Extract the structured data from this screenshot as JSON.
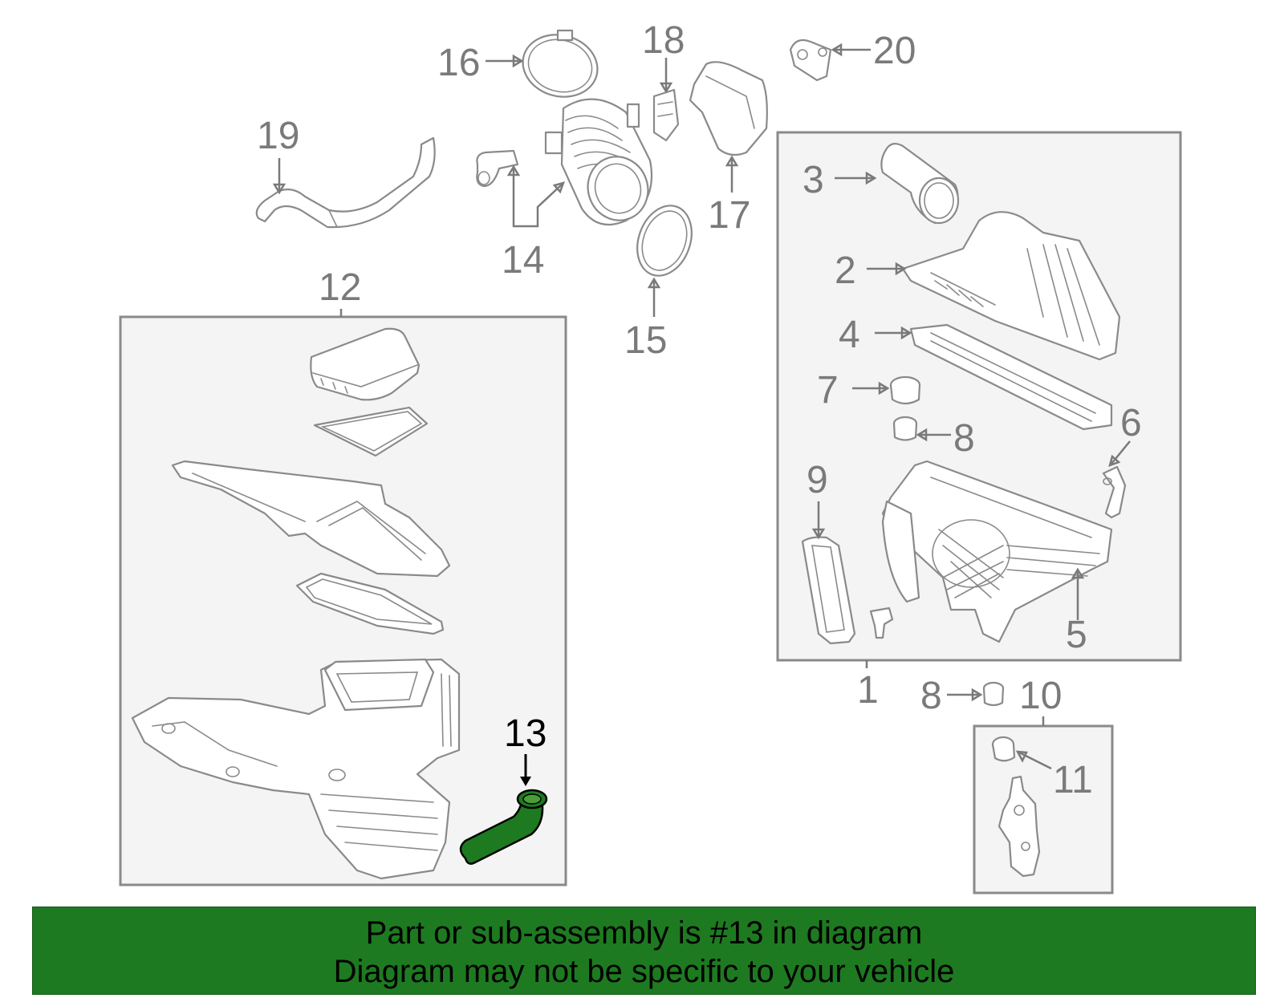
{
  "callouts": {
    "c1": "1",
    "c2": "2",
    "c3": "3",
    "c4": "4",
    "c5": "5",
    "c6": "6",
    "c7": "7",
    "c8a": "8",
    "c8b": "8",
    "c9": "9",
    "c10": "10",
    "c11": "11",
    "c12": "12",
    "c13": "13",
    "c14": "14",
    "c15": "15",
    "c16": "16",
    "c17": "17",
    "c18": "18",
    "c19": "19",
    "c20": "20"
  },
  "highlight": {
    "part_number": "13",
    "color": "#1e7a20"
  },
  "footer": {
    "line1": "Part or sub-assembly is #13 in diagram",
    "line2": "Diagram may not be specific to your vehicle",
    "background": "#1e7a20"
  }
}
